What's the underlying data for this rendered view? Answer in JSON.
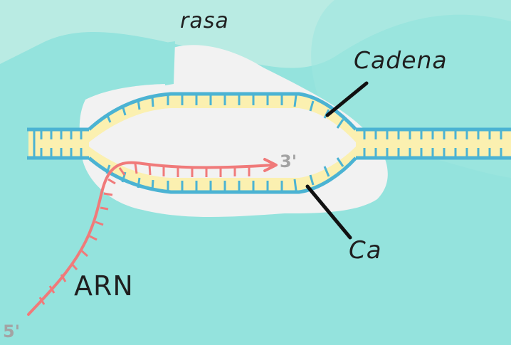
{
  "labels": {
    "enzyme": "rasa",
    "top_strand": "Cadena ",
    "bottom_strand": "Ca",
    "rna": "ARN",
    "end_3": "3'",
    "end_5": "5'"
  },
  "colors": {
    "background": "#94e3dd",
    "blob_light": "#b9ebe3",
    "enzyme": "#f2f2f2",
    "dna_strand": "#4bb3d3",
    "dna_fill": "#fbf0b0",
    "rna": "#f07a7a",
    "leader_line": "#111111",
    "end_label": "#a3a3a3"
  }
}
